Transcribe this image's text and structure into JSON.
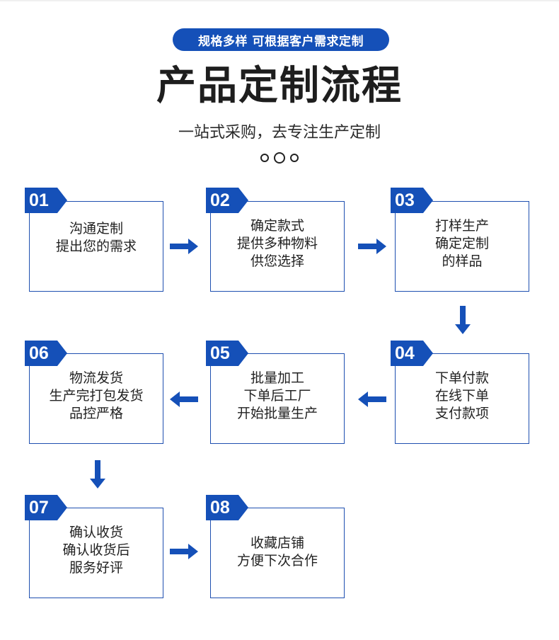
{
  "header": {
    "pill_text": "规格多样 可根据客户需求定制",
    "title": "产品定制流程",
    "subtitle": "一站式采购，去专注生产定制"
  },
  "colors": {
    "accent": "#1550b8",
    "border": "#1e4fb0",
    "text": "#222222"
  },
  "steps": [
    {
      "num": "01",
      "text": "沟通定制\n提出您的需求"
    },
    {
      "num": "02",
      "text": "确定款式\n提供多种物料\n供您选择"
    },
    {
      "num": "03",
      "text": "打样生产\n确定定制\n的样品"
    },
    {
      "num": "04",
      "text": "下单付款\n在线下单\n支付款项"
    },
    {
      "num": "05",
      "text": "批量加工\n下单后工厂\n开始批量生产"
    },
    {
      "num": "06",
      "text": "物流发货\n生产完打包发货\n品控严格"
    },
    {
      "num": "07",
      "text": "确认收货\n确认收货后\n服务好评"
    },
    {
      "num": "08",
      "text": "收藏店铺\n方便下次合作"
    }
  ],
  "icons": {
    "arrow": "arrow-icon",
    "dots": "dots-icon"
  }
}
